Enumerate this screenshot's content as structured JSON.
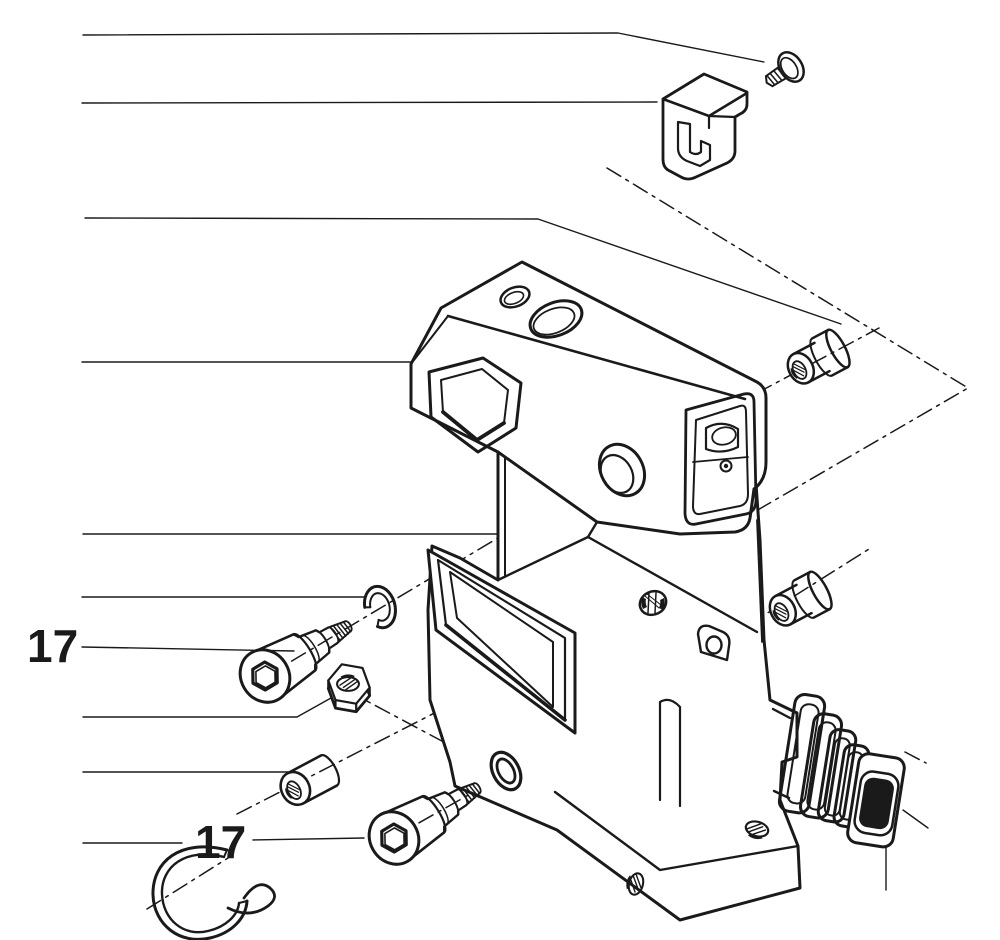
{
  "figure": {
    "type": "exploded-parts-diagram",
    "colors": {
      "background": "#ffffff",
      "line": "#1a1a1a",
      "boot_pad": "#151515"
    },
    "callouts": [
      {
        "id": "left",
        "label": "17"
      },
      {
        "id": "bottom",
        "label": "17"
      }
    ],
    "parts": [
      {
        "name": "pan-head-screw"
      },
      {
        "name": "sheet-metal-clip"
      },
      {
        "name": "threaded-bushing-upper"
      },
      {
        "name": "housing-body"
      },
      {
        "name": "gasket-seal"
      },
      {
        "name": "set-screw"
      },
      {
        "name": "threaded-bushing-lower"
      },
      {
        "name": "lock-washer"
      },
      {
        "name": "socket-head-screw-upper"
      },
      {
        "name": "hex-nut"
      },
      {
        "name": "spacer-sleeve"
      },
      {
        "name": "o-ring-washer"
      },
      {
        "name": "socket-head-screw-lower"
      },
      {
        "name": "retaining-wire-loop"
      },
      {
        "name": "rubber-bellows-boot"
      }
    ]
  }
}
